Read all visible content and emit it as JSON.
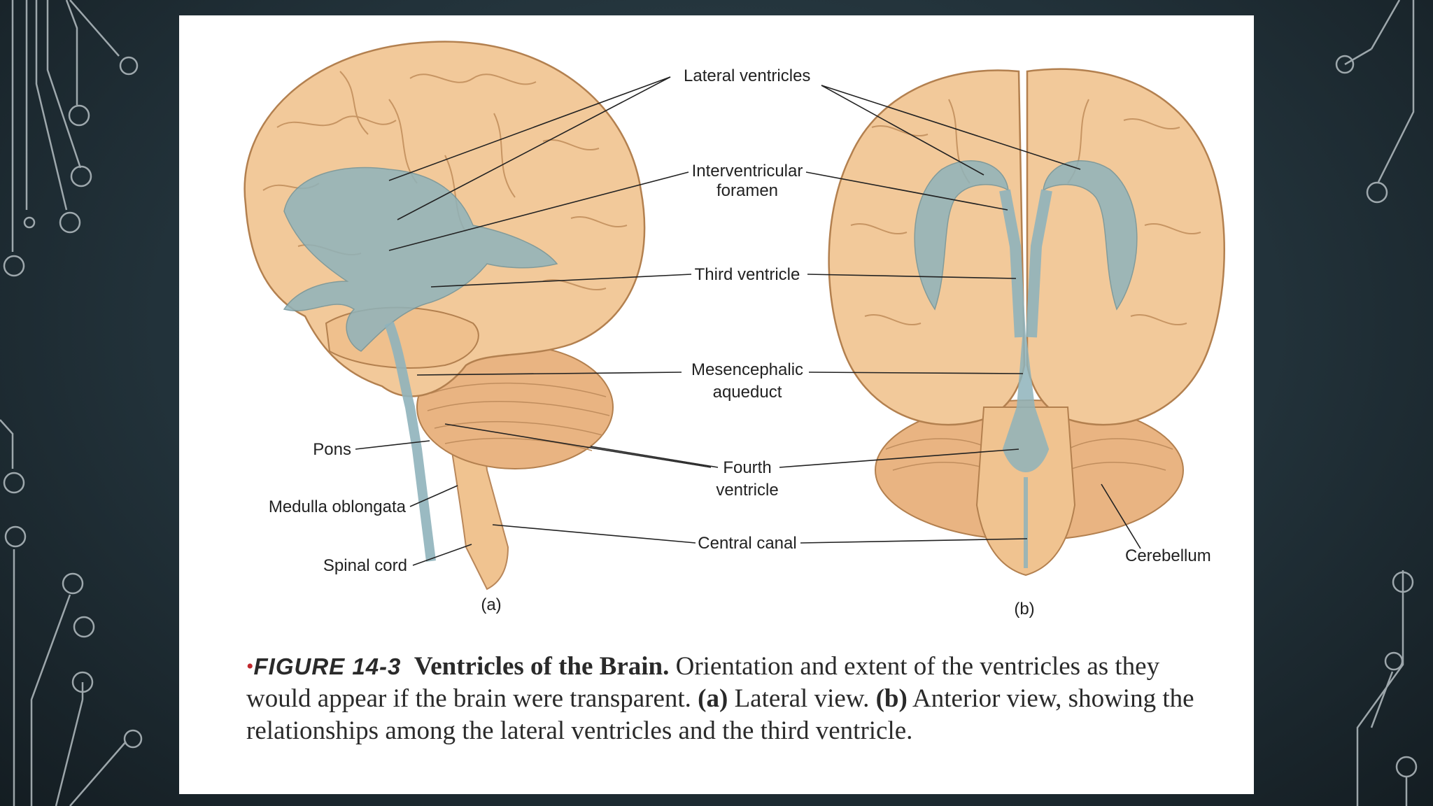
{
  "diagram": {
    "labels": {
      "lateral_ventricles": "Lateral ventricles",
      "interventricular_1": "Interventricular",
      "interventricular_2": "foramen",
      "third_ventricle": "Third ventricle",
      "mesencephalic_1": "Mesencephalic",
      "mesencephalic_2": "aqueduct",
      "fourth_1": "Fourth",
      "fourth_2": "ventricle",
      "central_canal": "Central canal",
      "pons": "Pons",
      "medulla": "Medulla oblongata",
      "spinal_cord": "Spinal cord",
      "cerebellum": "Cerebellum"
    },
    "sub_a": "(a)",
    "sub_b": "(b)"
  },
  "caption": {
    "bullet": "•",
    "figure_number": "FIGURE 14-3",
    "title": "Ventricles of the Brain.",
    "text_1": " Orientation and extent of the ventricles as they would appear if the brain were transparent. ",
    "part_a": "(a)",
    "text_2": " Lateral view. ",
    "part_b": "(b)",
    "text_3": " Anterior view, showing the relationships among the lateral ventricles and the third ventricle."
  },
  "colors": {
    "brain": "#f2c99a",
    "brain_shadow": "#d9a06c",
    "ventricle": "#8fb3bb",
    "bullet": "#c0282d"
  }
}
